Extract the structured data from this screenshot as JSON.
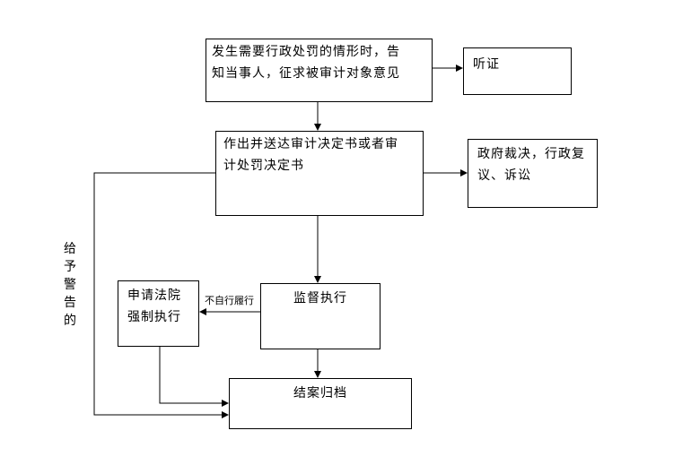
{
  "nodes": {
    "notify": {
      "lines": [
        "发生需要行政处罚的情形时，告",
        "知当事人，征求被审计对象意见"
      ]
    },
    "hearing": {
      "lines": [
        "听证"
      ]
    },
    "decision": {
      "lines": [
        "作出并送达审计决定书或者审",
        "计处罚决定书"
      ]
    },
    "review": {
      "lines": [
        "政府裁决，行政复",
        "议、诉讼"
      ]
    },
    "enforce": {
      "lines": [
        "申请法院",
        "强制执行"
      ]
    },
    "supervise": {
      "lines": [
        "监督执行"
      ]
    },
    "close": {
      "lines": [
        "结案归档"
      ]
    }
  },
  "edge_labels": {
    "not_self_perform": "不自行履行",
    "warning": "给予警告的"
  }
}
